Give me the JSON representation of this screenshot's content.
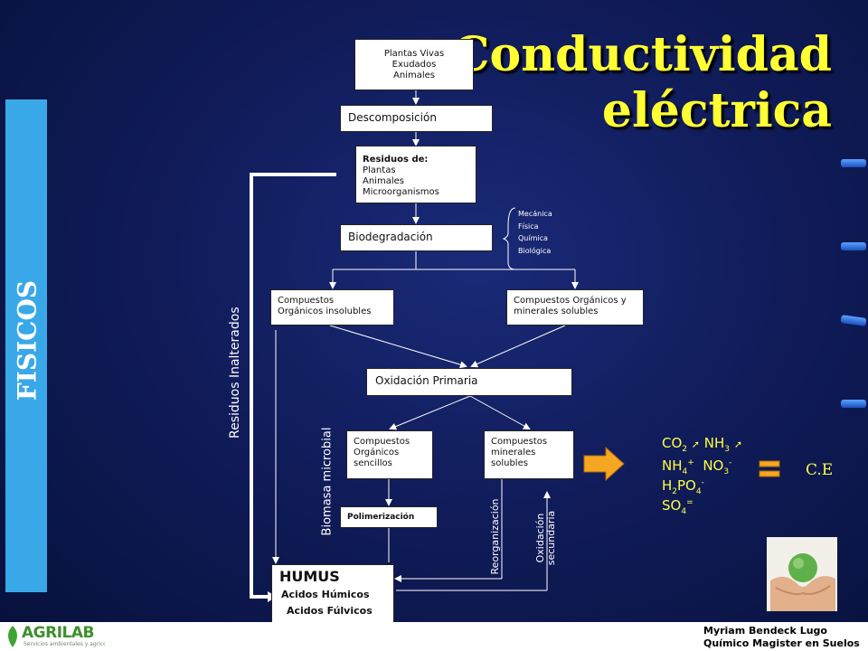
{
  "title": {
    "line1": "Conductividad",
    "line2": "eléctrica"
  },
  "side_label": "FISICOS",
  "boxes": {
    "plantas": [
      "Plantas Vivas",
      "Exudados",
      "Animales"
    ],
    "descomposicion": "Descomposición",
    "residuos_title": "Residuos de:",
    "residuos_items": [
      "Plantas",
      "Animales",
      "Microorganismos"
    ],
    "biodegradacion": "Biodegradación",
    "tipos": [
      "Mecánica",
      "Física",
      "Química",
      "Biológica"
    ],
    "insolubles": [
      "Compuestos",
      "Orgánicos insolubles"
    ],
    "solubles": [
      "Compuestos Orgánicos y",
      "minerales solubles"
    ],
    "oxidacion_primaria": "Oxidación Primaria",
    "sencillos": [
      "Compuestos",
      "Orgánicos",
      "sencillos"
    ],
    "minerales": [
      "Compuestos",
      "minerales",
      "solubles"
    ],
    "polimerizacion": "Polimerización",
    "humus": "HUMUS",
    "humicos": "Acidos Húmicos",
    "fulvicos": "Acidos Fúlvicos"
  },
  "vertical_labels": {
    "residuos_inalterados": "Residuos Inalterados",
    "biomasa": "Biomasa microbial",
    "reorganizacion": "Reorganización",
    "oxidacion_secundaria_1": "Oxidación",
    "oxidacion_secundaria_2": "secundaria"
  },
  "ions": {
    "co2": "CO",
    "co2_sub": "2",
    "nh3": "NH",
    "nh3_sub": "3",
    "nh4": "NH",
    "nh4_sub": "4",
    "nh4_sup": "+",
    "no3": "NO",
    "no3_sub": "3",
    "no3_sup": "-",
    "h2po4_h": "H",
    "h2po4_sub1": "2",
    "h2po4_po": "PO",
    "h2po4_sub2": "4",
    "h2po4_sup": "-",
    "so4": "SO",
    "so4_sub": "4",
    "so4_sup": "=",
    "arrow_up": "➚"
  },
  "ce_label": "C.E",
  "footer": {
    "author": "Myriam Bendeck Lugo",
    "role": "Químico Magister en Suelos",
    "logo": "AGRILAB",
    "logo_sub": "Servicios ambientales y agrícolas"
  },
  "colors": {
    "title": "#ffff33",
    "side_bar": "#39a8e8",
    "ions": "#ffff44",
    "arrow": "#f5a623"
  }
}
